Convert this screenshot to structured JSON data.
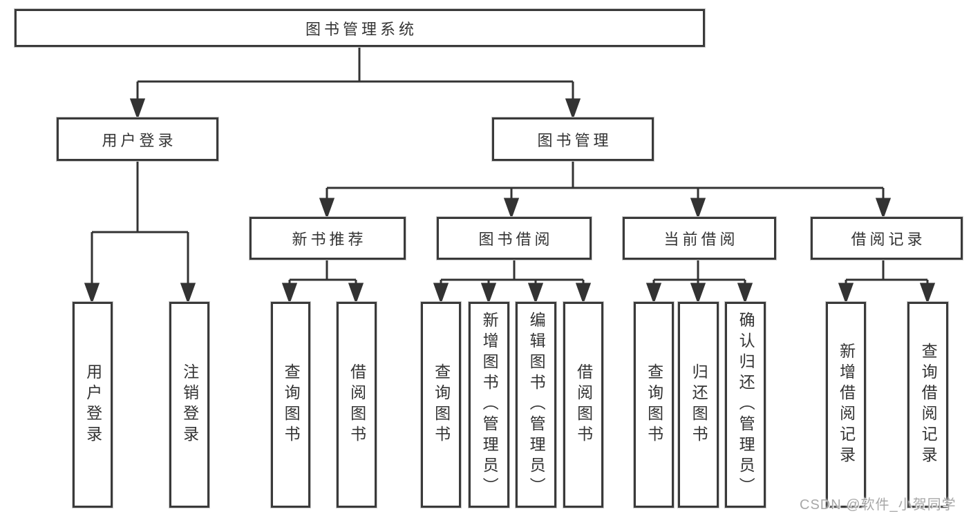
{
  "diagram": {
    "title": "图书管理系统",
    "root": {
      "label": "图书管理系统"
    },
    "level2": [
      {
        "label": "用户登录"
      },
      {
        "label": "图书管理"
      }
    ],
    "level3": [
      {
        "label": "新书推荐",
        "parent": "图书管理"
      },
      {
        "label": "图书借阅",
        "parent": "图书管理"
      },
      {
        "label": "当前借阅",
        "parent": "图书管理"
      },
      {
        "label": "借阅记录",
        "parent": "图书管理"
      }
    ],
    "leaves": [
      {
        "label": "用户登录",
        "parent": "用户登录"
      },
      {
        "label": "注销登录",
        "parent": "用户登录"
      },
      {
        "label": "查询图书",
        "parent": "新书推荐"
      },
      {
        "label": "借阅图书",
        "parent": "新书推荐"
      },
      {
        "label": "查询图书",
        "parent": "图书借阅"
      },
      {
        "label": "新增图书（管理员）",
        "parent": "图书借阅"
      },
      {
        "label": "编辑图书（管理员）",
        "parent": "图书借阅"
      },
      {
        "label": "借阅图书",
        "parent": "图书借阅"
      },
      {
        "label": "查询图书",
        "parent": "当前借阅"
      },
      {
        "label": "归还图书",
        "parent": "当前借阅"
      },
      {
        "label": "确认归还（管理员）",
        "parent": "当前借阅"
      },
      {
        "label": "新增借阅记录",
        "parent": "借阅记录"
      },
      {
        "label": "查询借阅记录",
        "parent": "借阅记录"
      }
    ]
  },
  "watermark": {
    "text": "CSDN @软件_小贺同学"
  },
  "colors": {
    "line": "#333333",
    "box_border": "#3a3a3a",
    "text": "#333333",
    "background": "#ffffff",
    "watermark": "#a8a8a8"
  }
}
